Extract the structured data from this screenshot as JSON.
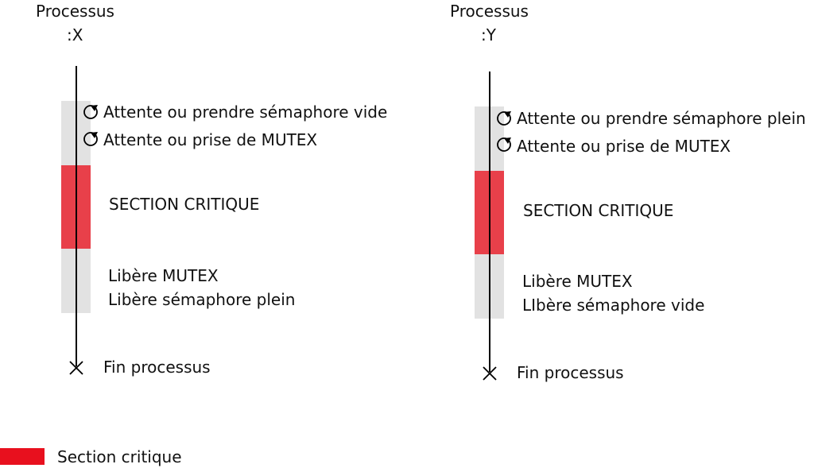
{
  "processes": [
    {
      "title_line1": "Processus",
      "title_line2": ":X",
      "wait_semaphore": "Attente ou prendre sémaphore vide",
      "wait_mutex": "Attente ou prise de MUTEX",
      "critical_label": "SECTION CRITIQUE",
      "release_mutex": "Libère MUTEX",
      "release_semaphore": "Libère sémaphore plein",
      "end_label": "Fin processus"
    },
    {
      "title_line1": "Processus",
      "title_line2": ":Y",
      "wait_semaphore": "Attente ou prendre sémaphore plein",
      "wait_mutex": "Attente ou prise de MUTEX",
      "critical_label": "SECTION CRITIQUE",
      "release_mutex": "Libère MUTEX",
      "release_semaphore": "LIbère sémaphore vide",
      "end_label": "Fin processus"
    }
  ],
  "legend": {
    "label": "Section critique"
  },
  "colors": {
    "lane": "#e2e2e2",
    "critical_section": "#e8404a",
    "legend_swatch": "#e8101e",
    "timeline": "#000000"
  }
}
